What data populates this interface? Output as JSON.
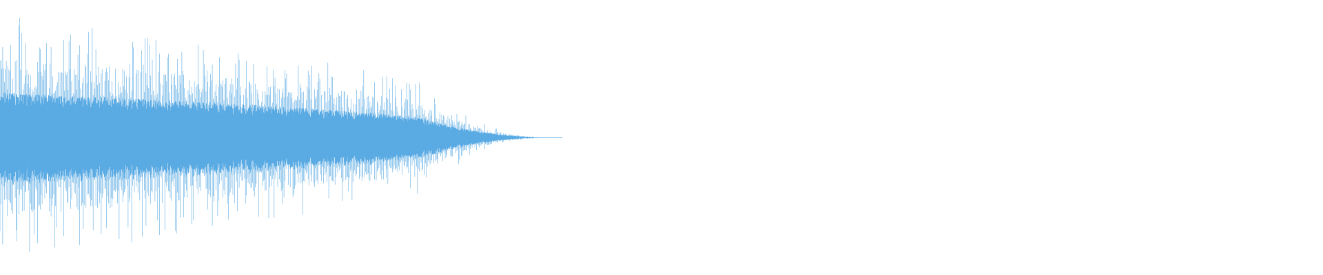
{
  "waveform": {
    "color": "#5aaae3",
    "background": "#ffffff",
    "envelope": {
      "shape": "decaying-noise",
      "peak_amplitude": 0.94,
      "decay_end_fraction": 0.42
    }
  }
}
